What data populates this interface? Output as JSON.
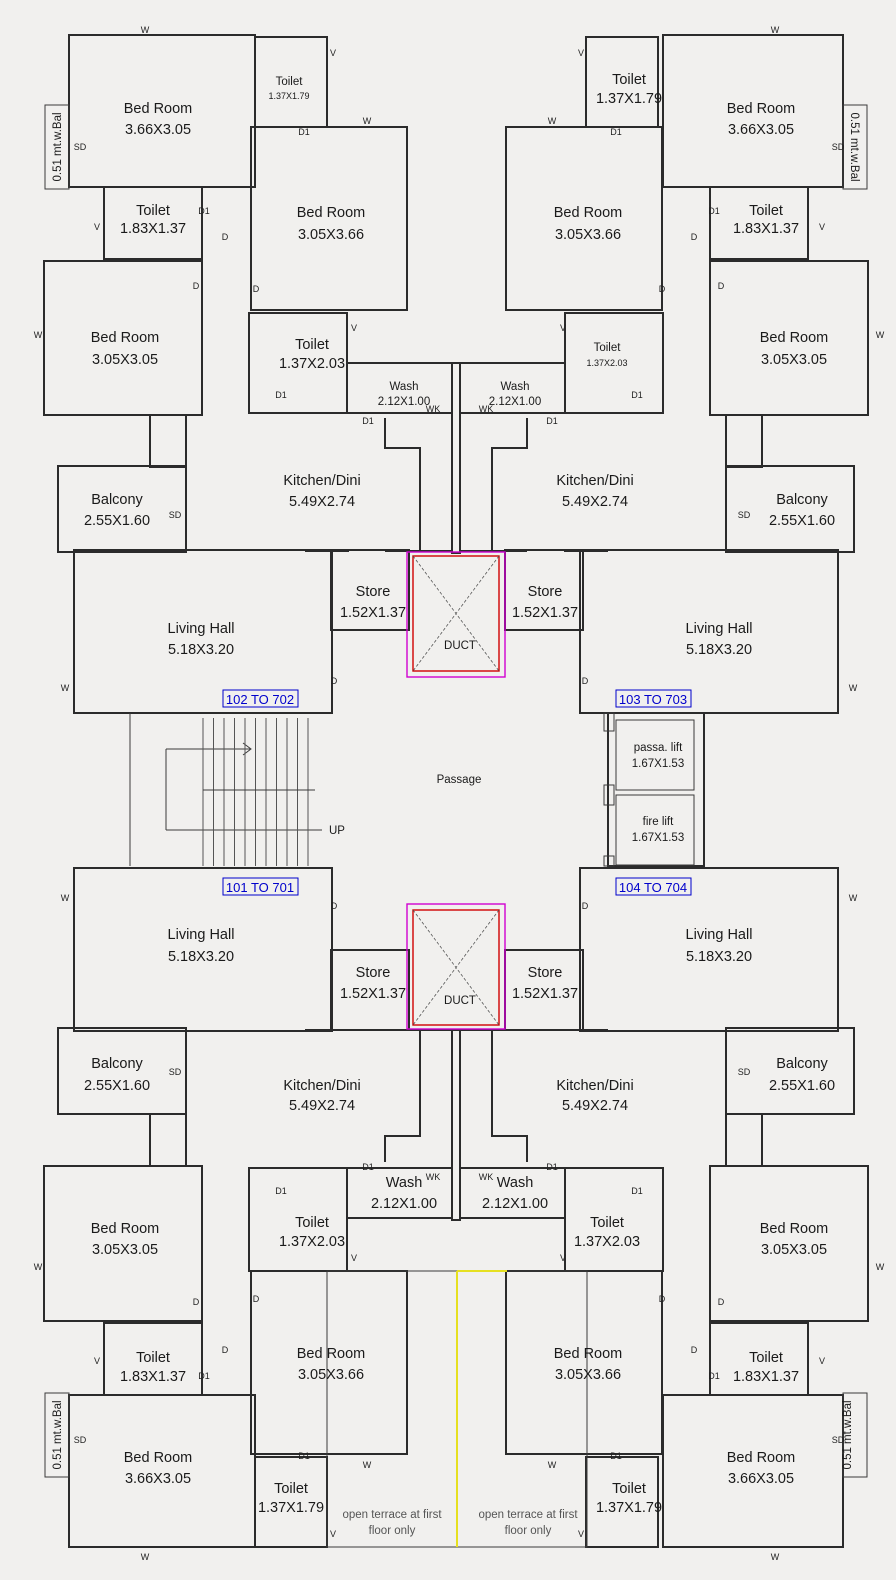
{
  "flats": {
    "top_left": "102 TO 702",
    "top_right": "103 TO 703",
    "bottom_left": "101 TO 701",
    "bottom_right": "104 TO 704"
  },
  "rooms": {
    "bed_room": "Bed Room",
    "toilet": "Toilet",
    "kitchen": "Kitchen/Dini",
    "living": "Living Hall",
    "balcony": "Balcony",
    "store": "Store",
    "wash": "Wash",
    "duct": "DUCT",
    "passage": "Passage",
    "up": "UP",
    "passa_lift": "passa. lift",
    "fire_lift": "fire lift",
    "bal_note": "0.51 mt.w.Bal",
    "terrace_line1": "open terrace at first",
    "terrace_line2": "floor only"
  },
  "dims": {
    "bed_366x305": "3.66X3.05",
    "bed_305x366": "3.05X3.66",
    "bed_305x305": "3.05X3.05",
    "toilet_137x179": "1.37X1.79",
    "toilet_183x137": "1.83X1.37",
    "toilet_137x203": "1.37X2.03",
    "kitchen": "5.49X2.74",
    "living": "5.18X3.20",
    "balcony": "2.55X1.60",
    "store": "1.52X1.37",
    "wash": "2.12X1.00",
    "lift": "1.67X1.53"
  },
  "marks": {
    "w": "W",
    "v": "V",
    "d": "D",
    "d1": "D1",
    "sd": "SD",
    "wk": "WK"
  }
}
